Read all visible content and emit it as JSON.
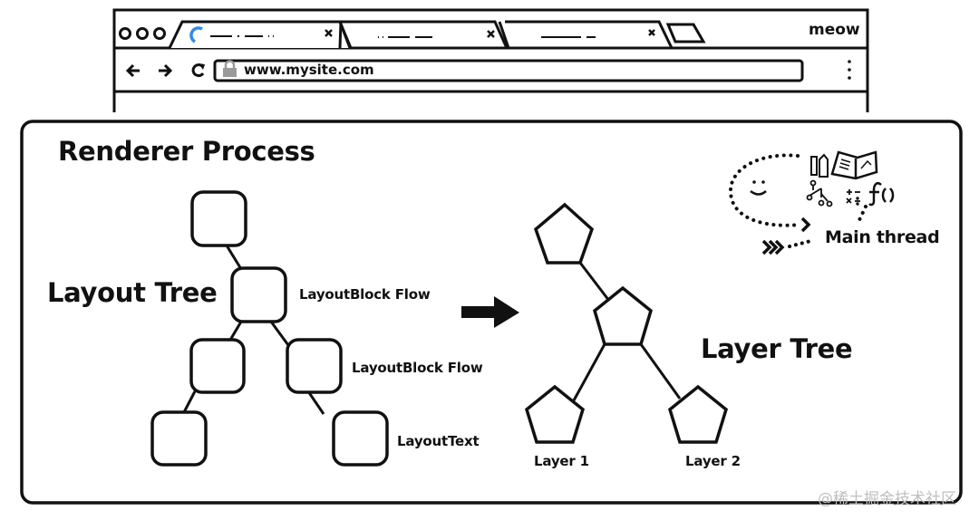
{
  "browser": {
    "tabs": [
      {
        "state": "loading",
        "close_icon": "close-icon"
      },
      {
        "state": "idle",
        "close_icon": "close-icon"
      },
      {
        "state": "idle",
        "close_icon": "close-icon"
      }
    ],
    "profile_label": "meow",
    "address": "www.mysite.com",
    "icons": {
      "back": "arrow-left-icon",
      "forward": "arrow-right-icon",
      "reload": "reload-icon",
      "lock": "lock-icon",
      "menu": "kebab-menu-icon",
      "new_tab": "new-tab-icon",
      "window_controls": "traffic-light-icon"
    }
  },
  "diagram": {
    "title": "Renderer Process",
    "layout_tree": {
      "heading": "Layout Tree",
      "node_labels": [
        "LayoutBlock Flow",
        "LayoutBlock Flow",
        "LayoutText"
      ]
    },
    "layer_tree": {
      "heading": "Layer Tree",
      "node_labels": [
        "Layer 1",
        "Layer 2"
      ]
    },
    "main_thread": {
      "label": "Main thread"
    }
  },
  "watermark": "@稀土掘金技术社区"
}
